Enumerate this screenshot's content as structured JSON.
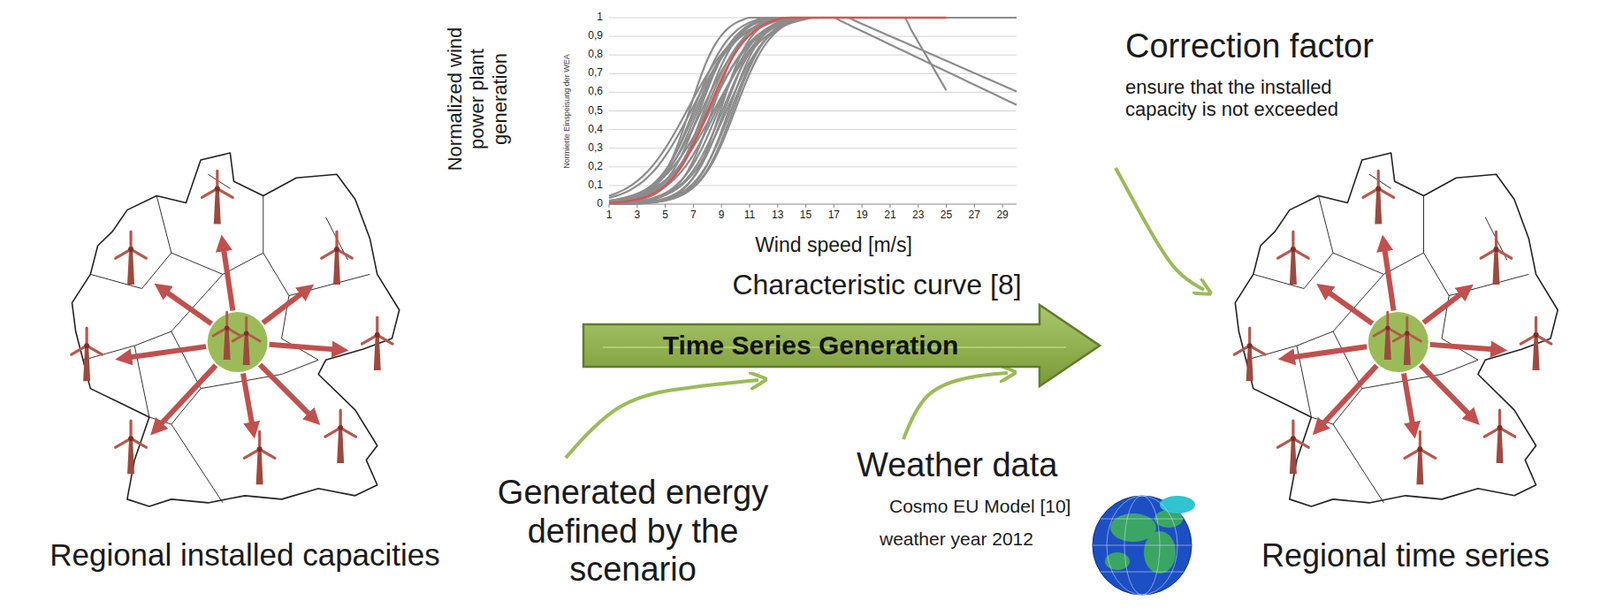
{
  "diagram": {
    "nodes": [
      {
        "text": [
          "Regional installed capacities"
        ]
      },
      {
        "text": [
          "Time Series Generation"
        ]
      },
      {
        "text": [
          "Regional time series"
        ]
      }
    ],
    "labels": [
      "Normalized wind power plant generation",
      "Normierte Einspeisung der WEA",
      "1",
      "0,9",
      "0,8",
      "0,7",
      "0,6",
      "0,5",
      "0,4",
      "0,3",
      "0,2",
      "0,1",
      "0",
      "1",
      "3",
      "5",
      "7",
      "9",
      "11",
      "13",
      "15",
      "17",
      "19",
      "21",
      "23",
      "25",
      "27",
      "29",
      "Wind speed [m/s]",
      "Characteristic curve [8]",
      "Correction factor",
      "ensure that the installed capacity is not exceeded",
      "Generated energy defined by the scenario",
      "Weather data",
      "Cosmo EU Model [10]",
      "weather year 2012"
    ]
  }
}
